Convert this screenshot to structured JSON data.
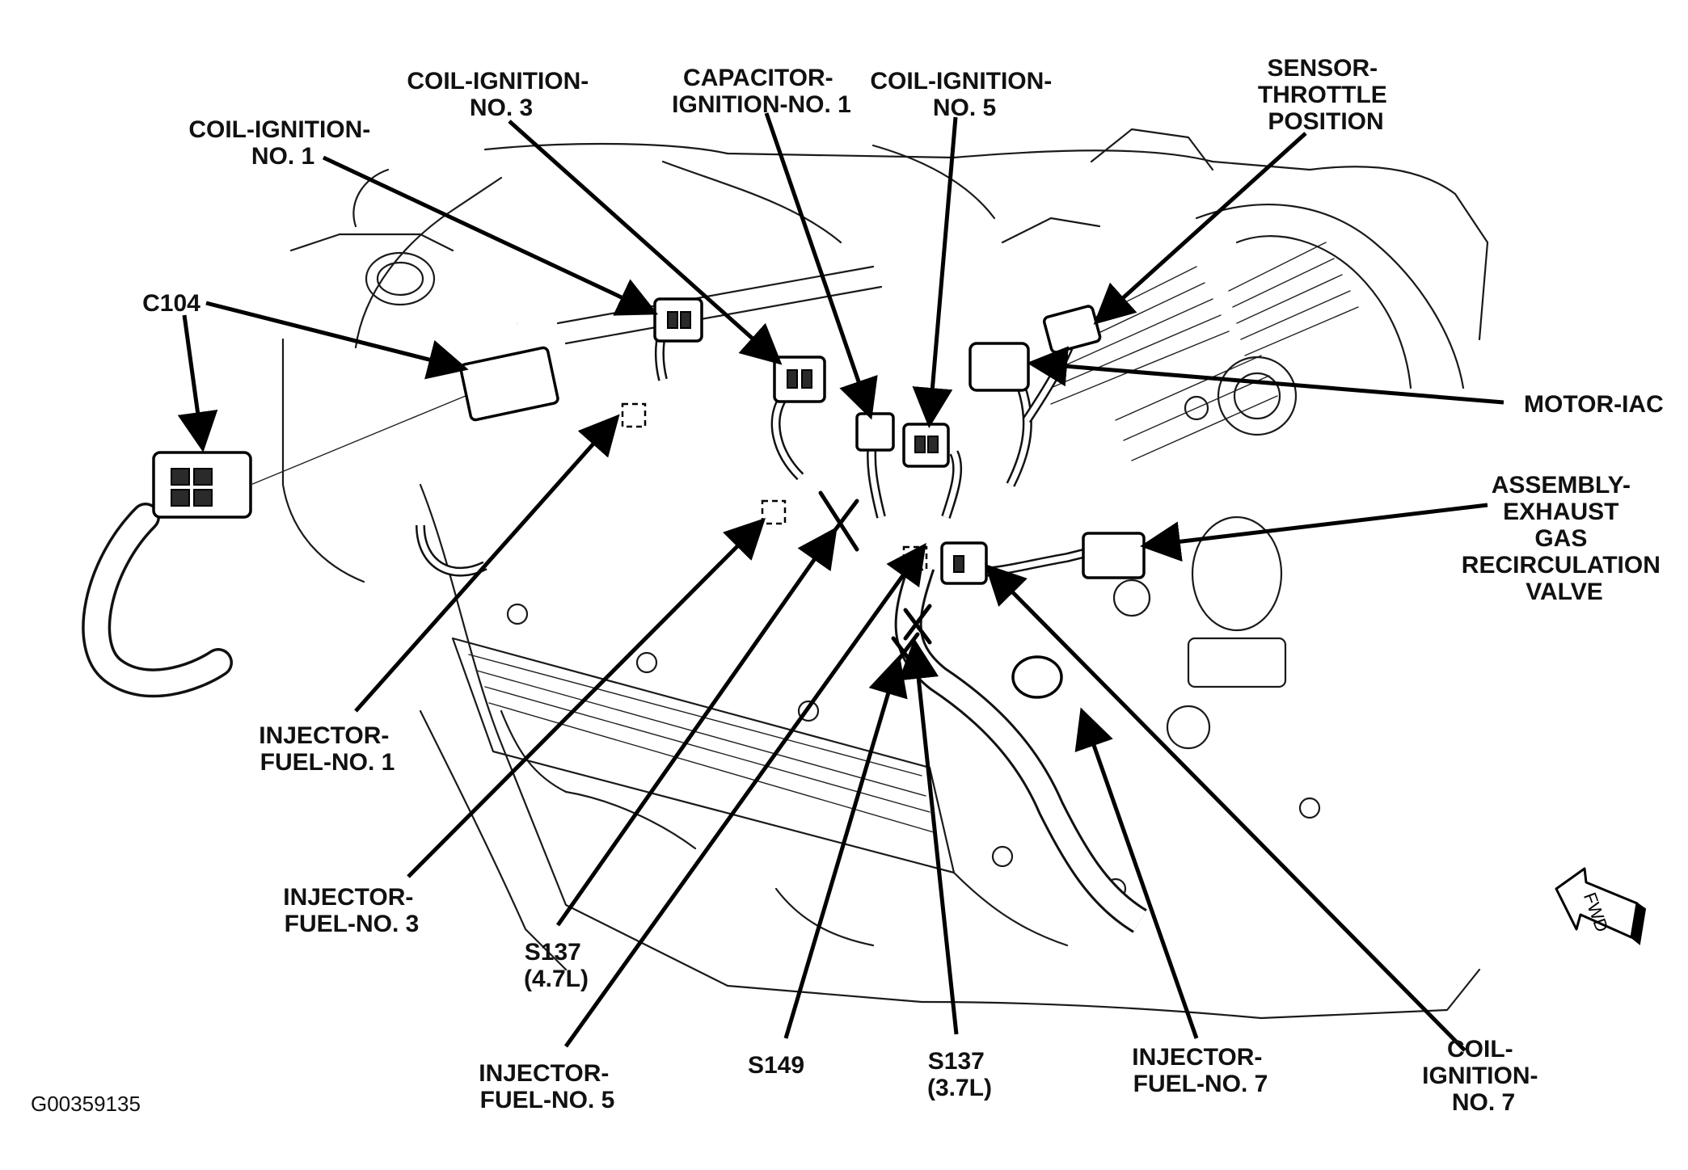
{
  "labels": {
    "coil_ignition_no1": [
      "COIL-IGNITION-",
      "NO. 1"
    ],
    "coil_ignition_no3": [
      "COIL-IGNITION-",
      "NO. 3"
    ],
    "capacitor_ignition_no1": [
      "CAPACITOR-",
      "IGNITION-NO. 1"
    ],
    "coil_ignition_no5": [
      "COIL-IGNITION-",
      "NO. 5"
    ],
    "sensor_throttle_position": [
      "SENSOR-",
      "THROTTLE",
      "POSITION"
    ],
    "c104": [
      "C104"
    ],
    "motor_iac": [
      "MOTOR-IAC"
    ],
    "assembly_egr_valve": [
      "ASSEMBLY-",
      "EXHAUST",
      "GAS",
      "RECIRCULATION",
      "VALVE"
    ],
    "injector_fuel_no1": [
      "INJECTOR-",
      "FUEL-NO. 1"
    ],
    "injector_fuel_no3": [
      "INJECTOR-",
      "FUEL-NO. 3"
    ],
    "s137_47l": [
      "S137",
      "(4.7L)"
    ],
    "injector_fuel_no5": [
      "INJECTOR-",
      "FUEL-NO. 5"
    ],
    "s149": [
      "S149"
    ],
    "s137_37l": [
      "S137",
      "(3.7L)"
    ],
    "injector_fuel_no7": [
      "INJECTOR-",
      "FUEL-NO. 7"
    ],
    "coil_ignition_no7": [
      "COIL-",
      "IGNITION-",
      "NO. 7"
    ]
  },
  "fwd_arrow_text": "FWD",
  "figure_code": "G00359135"
}
